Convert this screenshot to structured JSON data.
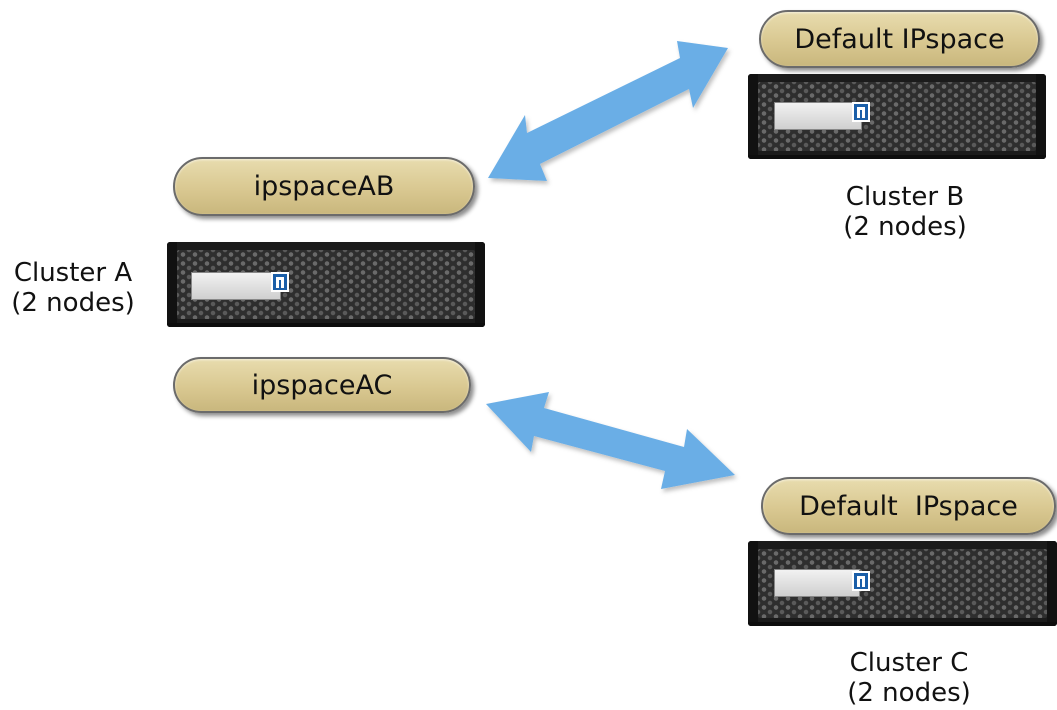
{
  "colors": {
    "pill_fill": "#d9c891",
    "pill_border": "#6b6b6b",
    "arrow_fill": "#6aaee6",
    "server_body": "#1b1b1b",
    "logo_blue": "#1a5ea8"
  },
  "clusters": {
    "a": {
      "name": "Cluster A",
      "nodes": "(2 nodes)",
      "ipspaces": [
        "ipspaceAB",
        "ipspaceAC"
      ]
    },
    "b": {
      "name": "Cluster B",
      "nodes": "(2 nodes)",
      "ipspace": "Default IPspace"
    },
    "c": {
      "name": "Cluster C",
      "nodes": "(2 nodes)",
      "ipspace": "Default  IPspace"
    }
  },
  "connections": [
    {
      "from": "ipspaceAB",
      "to": "Default IPspace",
      "direction": "bidirectional",
      "icon": "double-arrow"
    },
    {
      "from": "ipspaceAC",
      "to": "Default  IPspace",
      "direction": "bidirectional",
      "icon": "double-arrow"
    }
  ]
}
